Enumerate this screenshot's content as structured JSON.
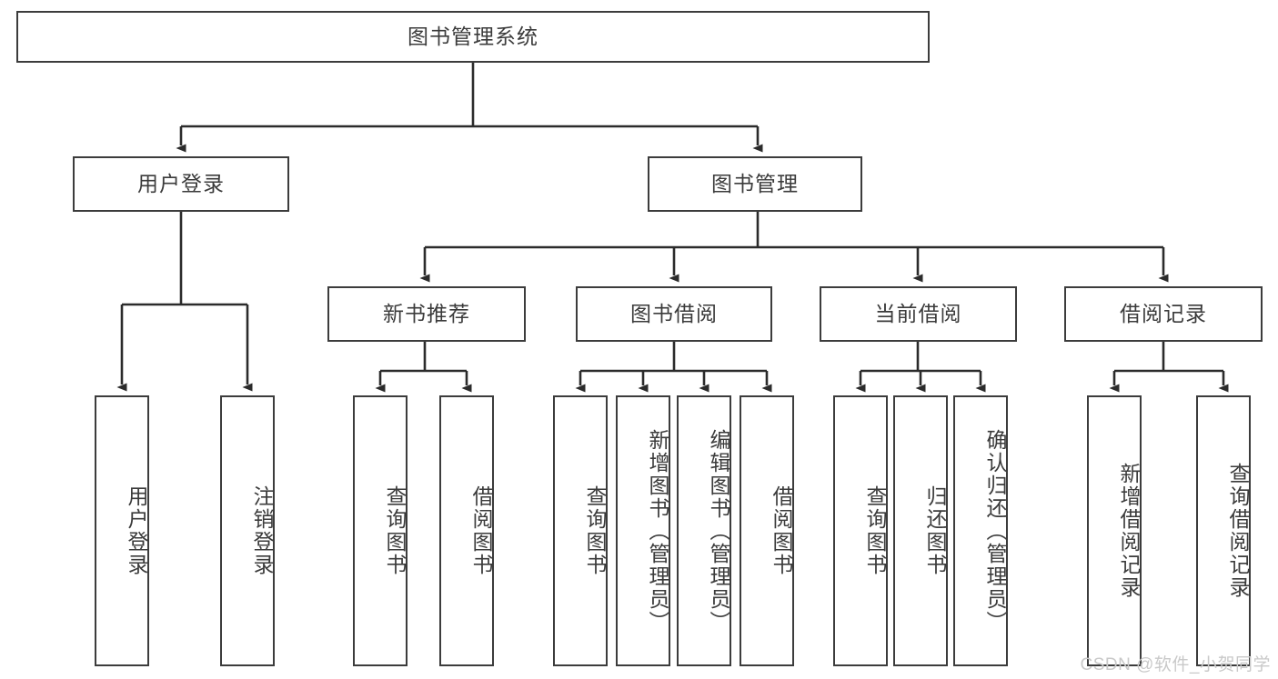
{
  "diagram": {
    "title": "图书管理系统",
    "type": "tree",
    "watermark": "CSDN @软件_小贺同学",
    "colors": {
      "box_border": "#3c3c3c",
      "box_fill": "#ffffff",
      "connector": "#2b2b2b",
      "text": "#3b3b3b",
      "watermark": "#c9c9c9",
      "background": "#ffffff"
    },
    "levels": {
      "root": {
        "label": "图书管理系统"
      },
      "level2": [
        {
          "id": "user-login",
          "label": "用户登录"
        },
        {
          "id": "book-manage",
          "label": "图书管理"
        }
      ],
      "level3": [
        {
          "id": "new-book-recommend",
          "label": "新书推荐",
          "parent": "book-manage"
        },
        {
          "id": "book-borrow",
          "label": "图书借阅",
          "parent": "book-manage"
        },
        {
          "id": "current-borrow",
          "label": "当前借阅",
          "parent": "book-manage"
        },
        {
          "id": "borrow-record",
          "label": "借阅记录",
          "parent": "book-manage"
        }
      ],
      "leaves": {
        "user-login": [
          {
            "id": "leaf-user-login",
            "label": "用户登录"
          },
          {
            "id": "leaf-logout",
            "label": "注销登录"
          }
        ],
        "new-book-recommend": [
          {
            "id": "leaf-query-book-1",
            "label": "查询图书"
          },
          {
            "id": "leaf-borrow-book-1",
            "label": "借阅图书"
          }
        ],
        "book-borrow": [
          {
            "id": "leaf-query-book-2",
            "label": "查询图书"
          },
          {
            "id": "leaf-add-book",
            "label": "新增图书（管理员）"
          },
          {
            "id": "leaf-edit-book",
            "label": "编辑图书（管理员）"
          },
          {
            "id": "leaf-borrow-book-2",
            "label": "借阅图书"
          }
        ],
        "current-borrow": [
          {
            "id": "leaf-query-book-3",
            "label": "查询图书"
          },
          {
            "id": "leaf-return-book",
            "label": "归还图书"
          },
          {
            "id": "leaf-confirm-return",
            "label": "确认归还（管理员）"
          }
        ],
        "borrow-record": [
          {
            "id": "leaf-add-record",
            "label": "新增借阅记录"
          },
          {
            "id": "leaf-query-record",
            "label": "查询借阅记录"
          }
        ]
      }
    }
  }
}
